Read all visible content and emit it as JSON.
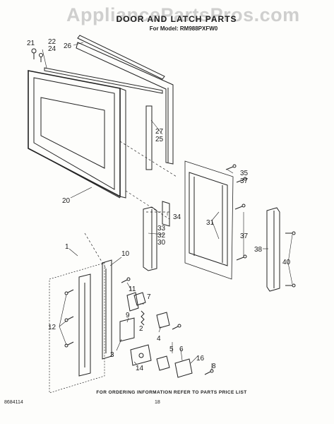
{
  "watermark": "AppliancePartsPros.com",
  "title": "DOOR AND LATCH PARTS",
  "model_line": "For Model: RM988PXFW0",
  "footer_note": "FOR ORDERING INFORMATION REFER TO PARTS PRICE LIST",
  "doc_number": "8684114",
  "page_number": "18",
  "part_labels": {
    "p21": "21",
    "p22": "22",
    "p24": "24",
    "p26": "26",
    "p27": "27",
    "p25": "25",
    "p20": "20",
    "p35": "35",
    "p37a": "37",
    "p34": "34",
    "p31": "31",
    "p33": "33",
    "p32": "32",
    "p30": "30",
    "p37b": "37",
    "p38": "38",
    "p40": "40",
    "p1": "1",
    "p10": "10",
    "p11": "11",
    "p7": "7",
    "p12": "12",
    "p9": "9",
    "p2": "2",
    "p4": "4",
    "p3": "3",
    "p5": "5",
    "p6": "6",
    "p16": "16",
    "p14": "14",
    "p8": "8"
  }
}
